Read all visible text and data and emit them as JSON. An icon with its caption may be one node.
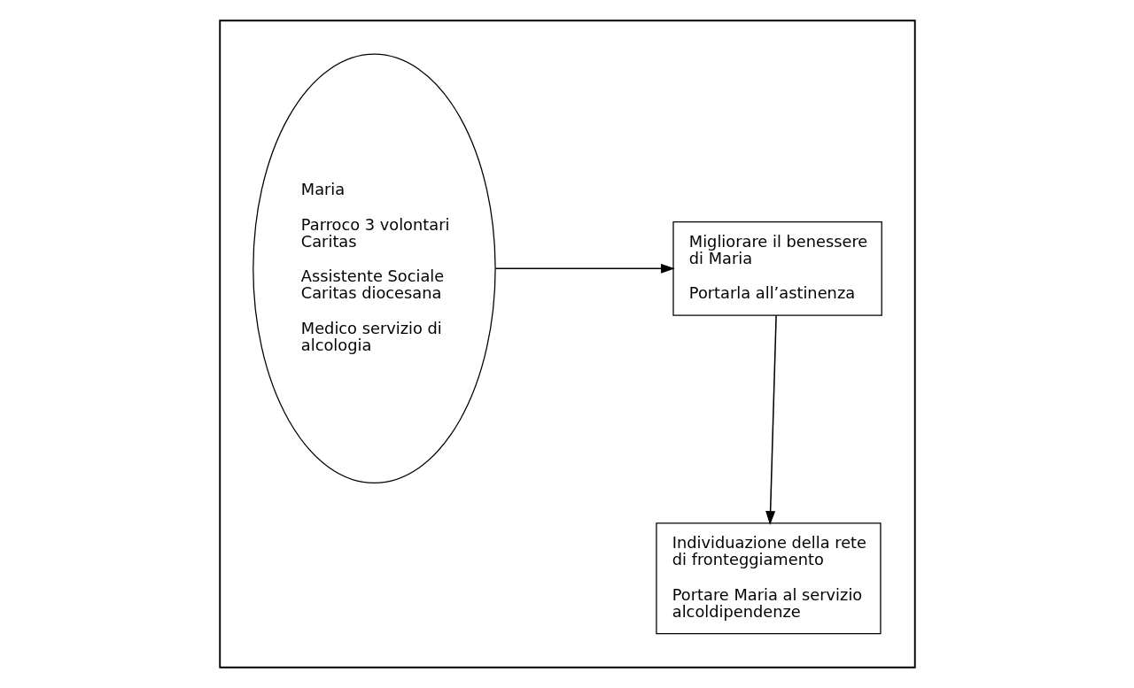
{
  "diagram": {
    "nodes": [
      {
        "text": [],
        "shape": "box"
      },
      {
        "text": [
          "Maria",
          "Parroco 3 volontari Caritas",
          "Assistente Sociale Caritas diocesana",
          "Medico servizio di alcologia"
        ],
        "in": 0
      },
      {
        "text": [
          "Migliorare il benessere di Maria",
          "Portarla all’astinenza"
        ],
        "in": 0
      },
      {
        "text": [
          "Individuazione della rete di fronteggiamento",
          "Portare Maria al servizio alcoldipendenze"
        ],
        "in": 0
      }
    ],
    "edges": [
      {
        "from": 1,
        "to": 2,
        "arrow": "to"
      },
      {
        "from": 2,
        "to": 3,
        "arrow": "to"
      }
    ]
  }
}
